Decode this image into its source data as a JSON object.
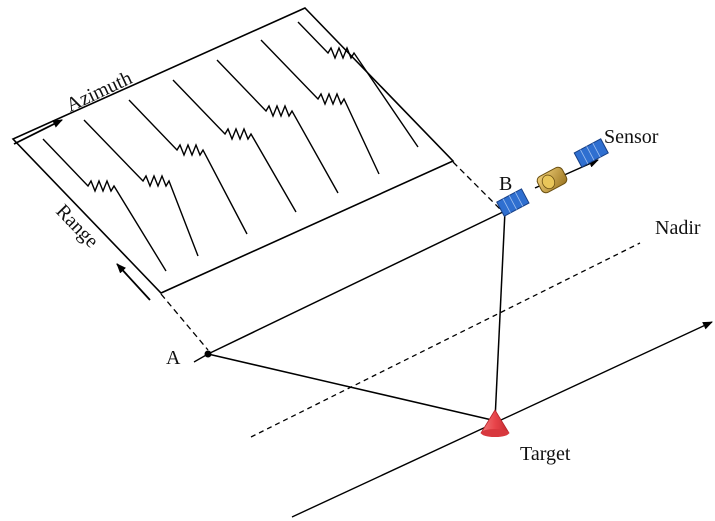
{
  "labels": {
    "azimuth": "Azimuth",
    "range": "Range",
    "sensor": "Sensor",
    "nadir": "Nadir",
    "target": "Target",
    "point_a": "A",
    "point_b": "B"
  },
  "colors": {
    "line": "#000000",
    "target_fill": "#e8444a",
    "solar_panel": "#2f6fd0",
    "satellite_body": "#c9a33a"
  },
  "icons": {
    "sensor": "satellite-icon",
    "target": "cone-target-icon"
  }
}
